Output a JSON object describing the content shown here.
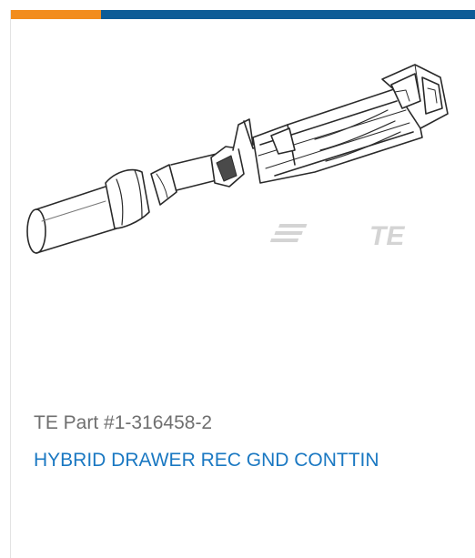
{
  "colors": {
    "accent_orange": "#f28d1e",
    "accent_blue": "#0d5c97",
    "link_blue": "#1a78c2",
    "text_gray": "#6f6f6f"
  },
  "product": {
    "image_icon": "receptacle-contact-drawing",
    "watermark": "TE",
    "part_number": "TE Part #1-316458-2",
    "name": "HYBRID DRAWER REC GND CONTTIN"
  }
}
